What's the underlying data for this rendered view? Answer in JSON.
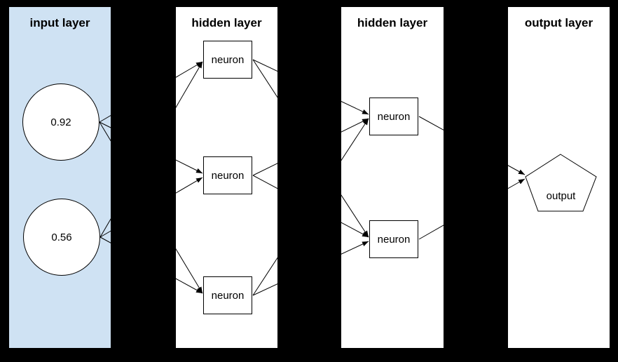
{
  "canvas": {
    "background": "#000000"
  },
  "panels": [
    {
      "id": "input",
      "title": "input layer",
      "bg": "#cfe2f3"
    },
    {
      "id": "hidden1",
      "title": "hidden layer",
      "bg": "#ffffff"
    },
    {
      "id": "hidden2",
      "title": "hidden layer",
      "bg": "#ffffff"
    },
    {
      "id": "output",
      "title": "output layer",
      "bg": "#ffffff"
    }
  ],
  "nodes": {
    "input1": {
      "label": "0.92",
      "shape": "circle",
      "fill": "#ffffff"
    },
    "input2": {
      "label": "0.56",
      "shape": "circle",
      "fill": "#ffffff"
    },
    "h1n1": {
      "label": "neuron",
      "shape": "rect",
      "fill": "#ffffff"
    },
    "h1n2": {
      "label": "neuron",
      "shape": "rect",
      "fill": "#ffffff"
    },
    "h1n3": {
      "label": "neuron",
      "shape": "rect",
      "fill": "#ffffff"
    },
    "h2n1": {
      "label": "neuron",
      "shape": "rect",
      "fill": "#ffffff"
    },
    "h2n2": {
      "label": "neuron",
      "shape": "rect",
      "fill": "#ffffff"
    },
    "out": {
      "label": "output",
      "shape": "pentagon",
      "fill": "#ffffff"
    }
  },
  "edges": [
    [
      "input1",
      "h1n1"
    ],
    [
      "input1",
      "h1n2"
    ],
    [
      "input1",
      "h1n3"
    ],
    [
      "input2",
      "h1n1"
    ],
    [
      "input2",
      "h1n2"
    ],
    [
      "input2",
      "h1n3"
    ],
    [
      "h1n1",
      "h2n1"
    ],
    [
      "h1n1",
      "h2n2"
    ],
    [
      "h1n2",
      "h2n1"
    ],
    [
      "h1n2",
      "h2n2"
    ],
    [
      "h1n3",
      "h2n1"
    ],
    [
      "h1n3",
      "h2n2"
    ],
    [
      "h2n1",
      "out"
    ],
    [
      "h2n2",
      "out"
    ]
  ],
  "edge_style": {
    "stroke": "#000000",
    "width": 1
  }
}
